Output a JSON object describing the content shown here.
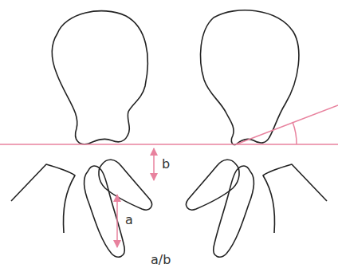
{
  "diagram": {
    "labels": [
      "b",
      "a",
      "a/b"
    ]
  }
}
